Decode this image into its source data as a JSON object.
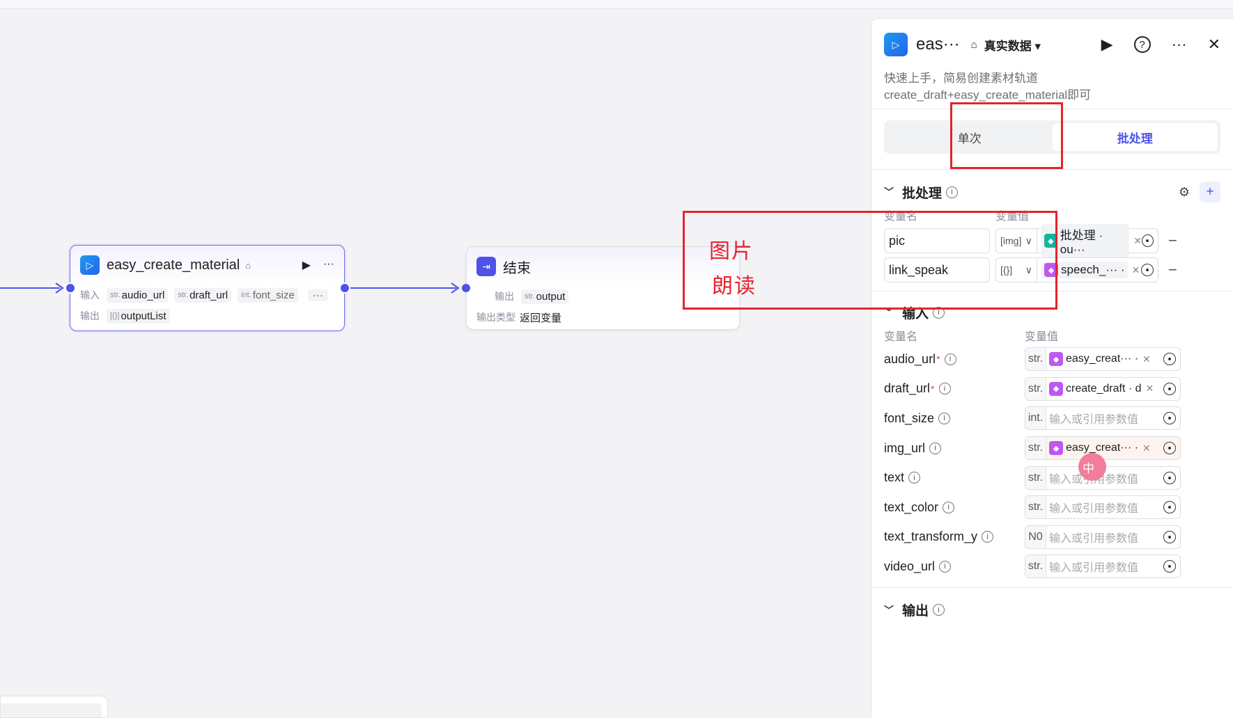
{
  "canvas": {
    "material_node": {
      "title": "easy_create_material",
      "input_label": "输入",
      "output_label": "输出",
      "inputs": [
        {
          "type": "str.",
          "name": "audio_url"
        },
        {
          "type": "str.",
          "name": "draft_url"
        },
        {
          "type": "int.",
          "name": "font_size"
        }
      ],
      "more": "···",
      "output": {
        "type": "[{}]",
        "name": "outputList"
      }
    },
    "end_node": {
      "title": "结束",
      "output_label": "输出",
      "output": {
        "type": "str.",
        "name": "output"
      },
      "output_type_label": "输出类型",
      "output_type_value": "返回变量"
    }
  },
  "panel": {
    "title": "eas···",
    "data_mode": "真实数据",
    "description": "快速上手，简易创建素材轨道 create_draft+easy_create_material即可",
    "tabs": [
      "单次",
      "批处理"
    ],
    "active_tab": 1,
    "batch": {
      "title": "批处理",
      "col_name": "变量名",
      "col_value": "变量值",
      "rows": [
        {
          "name": "pic",
          "type": "[img]",
          "ref": "批处理 · ou···",
          "cube": "teal"
        },
        {
          "name": "link_speak",
          "type": "[{}]",
          "ref": "speech_··· ·",
          "cube": "pink"
        }
      ]
    },
    "inputs": {
      "title": "输入",
      "col_name": "变量名",
      "col_value": "变量值",
      "placeholder": "输入或引用参数值",
      "rows": [
        {
          "name": "audio_url",
          "required": true,
          "type": "str.",
          "ref": "easy_creat··· ·"
        },
        {
          "name": "draft_url",
          "required": true,
          "type": "str.",
          "ref": "create_draft · d"
        },
        {
          "name": "font_size",
          "required": false,
          "type": "int.",
          "ref": ""
        },
        {
          "name": "img_url",
          "required": false,
          "type": "str.",
          "ref": "easy_creat··· ·"
        },
        {
          "name": "text",
          "required": false,
          "type": "str.",
          "ref": ""
        },
        {
          "name": "text_color",
          "required": false,
          "type": "str.",
          "ref": ""
        },
        {
          "name": "text_transform_y",
          "required": false,
          "type": "N0",
          "ref": ""
        },
        {
          "name": "video_url",
          "required": false,
          "type": "str.",
          "ref": ""
        }
      ]
    },
    "output_title": "输出"
  },
  "annotation": {
    "line1": "图片",
    "line2": "朗读",
    "color": "#e5232c"
  },
  "side_tab": "中",
  "colors": {
    "accent": "#4d53e8",
    "annotation_red": "#e5232c"
  }
}
